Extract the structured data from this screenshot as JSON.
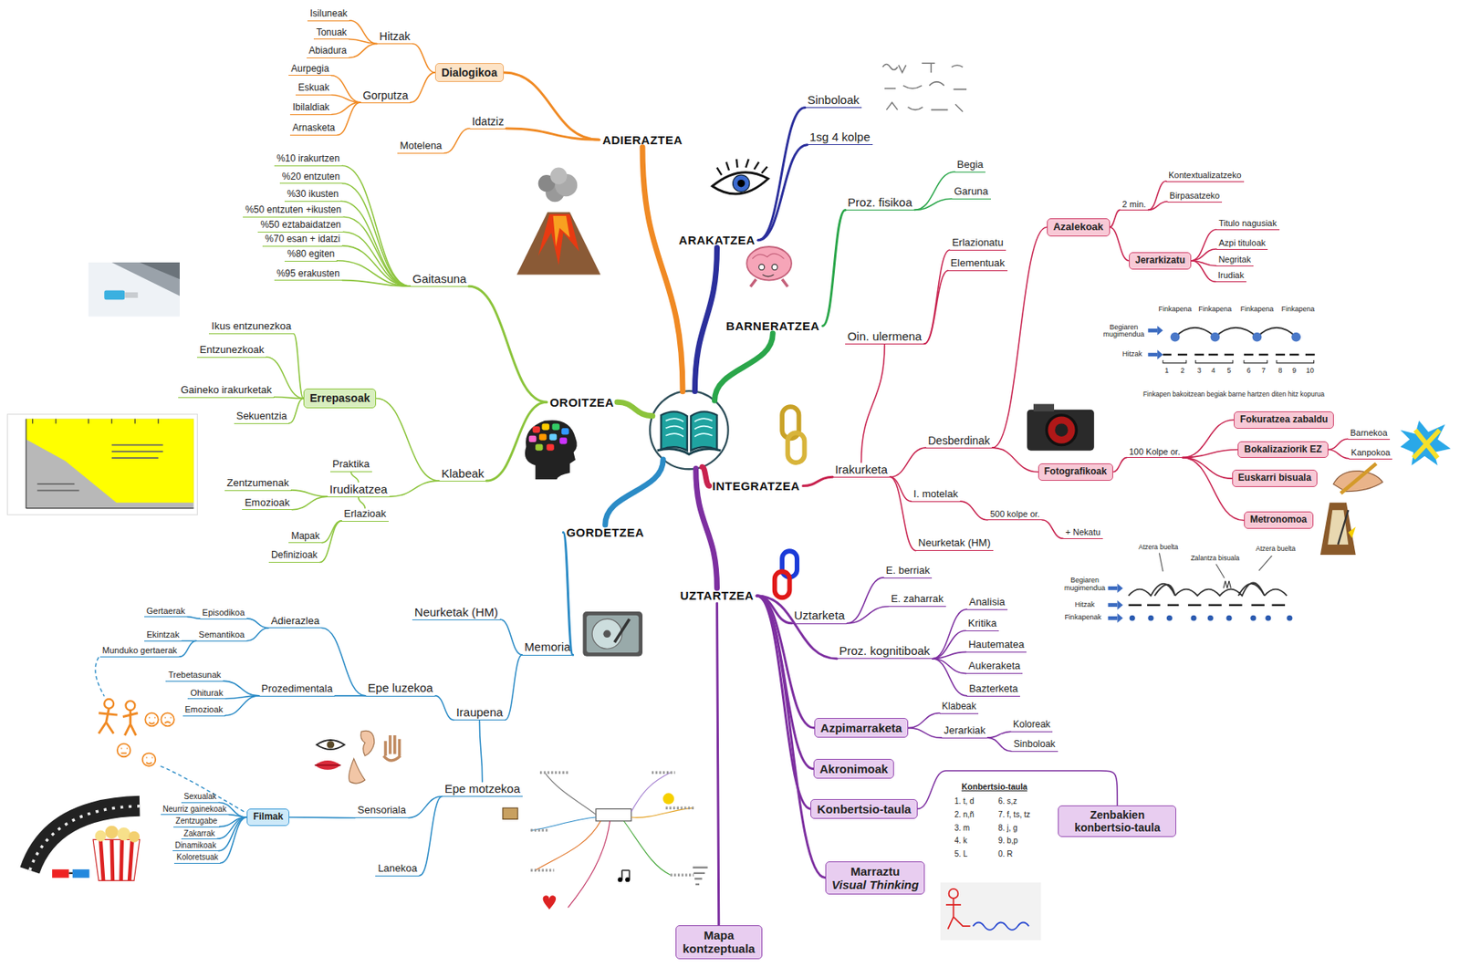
{
  "diagram": {
    "nodes": [
      {
        "text": [
          "ADIERAZTEA"
        ]
      },
      {
        "text": [
          "Dialogikoa"
        ]
      },
      {
        "text": [
          "Hitzak"
        ]
      },
      {
        "text": [
          "Isiluneak"
        ]
      },
      {
        "text": [
          "Tonuak"
        ]
      },
      {
        "text": [
          "Abiadura"
        ]
      },
      {
        "text": [
          "Gorputza"
        ]
      },
      {
        "text": [
          "Aurpegia"
        ]
      },
      {
        "text": [
          "Eskuak"
        ]
      },
      {
        "text": [
          "Ibilaldiak"
        ]
      },
      {
        "text": [
          "Arnasketa"
        ]
      },
      {
        "text": [
          "Idatziz"
        ]
      },
      {
        "text": [
          "Motelena"
        ]
      },
      {
        "text": [
          "ARAKATZEA"
        ]
      },
      {
        "text": [
          "Sinboloak"
        ]
      },
      {
        "text": [
          "1sg 4 kolpe"
        ]
      },
      {
        "text": [
          "BARNERATZEA"
        ]
      },
      {
        "text": [
          "Proz. fisikoa"
        ]
      },
      {
        "text": [
          "Begia"
        ]
      },
      {
        "text": [
          "Garuna"
        ]
      },
      {
        "text": [
          "INTEGRATZEA"
        ]
      },
      {
        "text": [
          "Irakurketa"
        ]
      },
      {
        "text": [
          "Oin. ulermena"
        ]
      },
      {
        "text": [
          "Erlazionatu"
        ]
      },
      {
        "text": [
          "Elementuak"
        ]
      },
      {
        "text": [
          "Desberdinak"
        ]
      },
      {
        "text": [
          "Azalekoak"
        ]
      },
      {
        "text": [
          "2 min."
        ]
      },
      {
        "text": [
          "Kontextualizatzeko"
        ]
      },
      {
        "text": [
          "Birpasatzeko"
        ]
      },
      {
        "text": [
          "Jerarkizatu"
        ]
      },
      {
        "text": [
          "Titulo nagusiak"
        ]
      },
      {
        "text": [
          "Azpi tituloak"
        ]
      },
      {
        "text": [
          "Negritak"
        ]
      },
      {
        "text": [
          "Irudiak"
        ]
      },
      {
        "text": [
          "Fotografikoak"
        ]
      },
      {
        "text": [
          "100 Kolpe or."
        ]
      },
      {
        "text": [
          "Fokuratzea zabaldu"
        ]
      },
      {
        "text": [
          "Bokalizaziorik EZ"
        ]
      },
      {
        "text": [
          "Barnekoa"
        ]
      },
      {
        "text": [
          "Kanpokoa"
        ]
      },
      {
        "text": [
          "Euskarri bisuala"
        ]
      },
      {
        "text": [
          "Metronomoa"
        ]
      },
      {
        "text": [
          "I. motelak"
        ]
      },
      {
        "text": [
          "500 kolpe or."
        ]
      },
      {
        "text": [
          "+ Nekatu"
        ]
      },
      {
        "text": [
          "Neurketak (HM)"
        ]
      },
      {
        "text": [
          "UZTARTZEA"
        ]
      },
      {
        "text": [
          "Uztarketa"
        ]
      },
      {
        "text": [
          "E. berriak"
        ]
      },
      {
        "text": [
          "E. zaharrak"
        ]
      },
      {
        "text": [
          "Proz. kognitiboak"
        ]
      },
      {
        "text": [
          "Analisia"
        ]
      },
      {
        "text": [
          "Kritika"
        ]
      },
      {
        "text": [
          "Hautematea"
        ]
      },
      {
        "text": [
          "Aukeraketa"
        ]
      },
      {
        "text": [
          "Bazterketa"
        ]
      },
      {
        "text": [
          "Azpimarraketa"
        ]
      },
      {
        "text": [
          "Klabeak"
        ]
      },
      {
        "text": [
          "Jerarkiak"
        ]
      },
      {
        "text": [
          "Koloreak"
        ]
      },
      {
        "text": [
          "Sinboloak"
        ]
      },
      {
        "text": [
          "Akronimoak"
        ]
      },
      {
        "text": [
          "Konbertsio-taula"
        ]
      },
      {
        "text": [
          "Zenbakien konbertsio-taula"
        ]
      },
      {
        "text": [
          "Marraztu",
          "Visual Thinking"
        ]
      },
      {
        "text": [
          "Mapa kontzeptuala"
        ]
      },
      {
        "text": [
          "GORDETZEA"
        ]
      },
      {
        "text": [
          "Memoria"
        ]
      },
      {
        "text": [
          "Neurketak (HM)"
        ]
      },
      {
        "text": [
          "Iraupena"
        ]
      },
      {
        "text": [
          "Epe luzekoa"
        ]
      },
      {
        "text": [
          "Adierazlea"
        ]
      },
      {
        "text": [
          "Episodikoa"
        ]
      },
      {
        "text": [
          "Gertaerak"
        ]
      },
      {
        "text": [
          "Semantikoa"
        ]
      },
      {
        "text": [
          "Ekintzak"
        ]
      },
      {
        "text": [
          "Munduko gertaerak"
        ]
      },
      {
        "text": [
          "Prozedimentala"
        ]
      },
      {
        "text": [
          "Trebetasunak"
        ]
      },
      {
        "text": [
          "Ohiturak"
        ]
      },
      {
        "text": [
          "Emozioak"
        ]
      },
      {
        "text": [
          "Epe motzekoa"
        ]
      },
      {
        "text": [
          "Sensoriala"
        ]
      },
      {
        "text": [
          "Lanekoa"
        ]
      },
      {
        "text": [
          "Filmak"
        ]
      },
      {
        "text": [
          "Sexualak"
        ]
      },
      {
        "text": [
          "Neurriz gainekoak"
        ]
      },
      {
        "text": [
          "Zentzugabe"
        ]
      },
      {
        "text": [
          "Zakarrak"
        ]
      },
      {
        "text": [
          "Dinamikoak"
        ]
      },
      {
        "text": [
          "Koloretsuak"
        ]
      },
      {
        "text": [
          "OROITZEA"
        ]
      },
      {
        "text": [
          "Gaitasuna"
        ]
      },
      {
        "text": [
          "%10 irakurtzen"
        ]
      },
      {
        "text": [
          "%20 entzuten"
        ]
      },
      {
        "text": [
          "%30 ikusten"
        ]
      },
      {
        "text": [
          "%50 entzuten +ikusten"
        ]
      },
      {
        "text": [
          "%50 eztabaidatzen"
        ]
      },
      {
        "text": [
          "%70 esan + idatzi"
        ]
      },
      {
        "text": [
          "%80 egiten"
        ]
      },
      {
        "text": [
          "%95 erakusten"
        ]
      },
      {
        "text": [
          "Klabeak"
        ]
      },
      {
        "text": [
          "Errepasoak"
        ]
      },
      {
        "text": [
          "Ikus entzunezkoa"
        ]
      },
      {
        "text": [
          "Entzunezkoak"
        ]
      },
      {
        "text": [
          "Gaineko irakurketak"
        ]
      },
      {
        "text": [
          "Sekuentzia"
        ]
      },
      {
        "text": [
          "Irudikatzea"
        ]
      },
      {
        "text": [
          "Praktika"
        ]
      },
      {
        "text": [
          "Zentzumenak"
        ]
      },
      {
        "text": [
          "Emozioak"
        ]
      },
      {
        "text": [
          "Erlazioak"
        ]
      },
      {
        "text": [
          "Mapak"
        ]
      },
      {
        "text": [
          "Definizioak"
        ]
      }
    ],
    "edges": [
      {
        "from": 0,
        "to": 1,
        "arrow": "none"
      },
      {
        "from": 1,
        "to": 2,
        "arrow": "none"
      },
      {
        "from": 2,
        "to": 3,
        "arrow": "none"
      },
      {
        "from": 2,
        "to": 4,
        "arrow": "none"
      },
      {
        "from": 2,
        "to": 5,
        "arrow": "none"
      },
      {
        "from": 1,
        "to": 6,
        "arrow": "none"
      },
      {
        "from": 6,
        "to": 7,
        "arrow": "none"
      },
      {
        "from": 6,
        "to": 8,
        "arrow": "none"
      },
      {
        "from": 6,
        "to": 9,
        "arrow": "none"
      },
      {
        "from": 6,
        "to": 10,
        "arrow": "none"
      },
      {
        "from": 0,
        "to": 11,
        "arrow": "none"
      },
      {
        "from": 11,
        "to": 12,
        "arrow": "none"
      },
      {
        "from": 13,
        "to": 14,
        "arrow": "none"
      },
      {
        "from": 13,
        "to": 15,
        "arrow": "none"
      },
      {
        "from": 16,
        "to": 17,
        "arrow": "none"
      },
      {
        "from": 17,
        "to": 18,
        "arrow": "none"
      },
      {
        "from": 17,
        "to": 19,
        "arrow": "none"
      },
      {
        "from": 20,
        "to": 21,
        "arrow": "none"
      },
      {
        "from": 21,
        "to": 22,
        "arrow": "none"
      },
      {
        "from": 22,
        "to": 23,
        "arrow": "none"
      },
      {
        "from": 22,
        "to": 24,
        "arrow": "none"
      },
      {
        "from": 21,
        "to": 25,
        "arrow": "none"
      },
      {
        "from": 25,
        "to": 26,
        "arrow": "none"
      },
      {
        "from": 26,
        "to": 27,
        "arrow": "none"
      },
      {
        "from": 27,
        "to": 28,
        "arrow": "none"
      },
      {
        "from": 27,
        "to": 29,
        "arrow": "none"
      },
      {
        "from": 26,
        "to": 30,
        "arrow": "none"
      },
      {
        "from": 30,
        "to": 31,
        "arrow": "none"
      },
      {
        "from": 30,
        "to": 32,
        "arrow": "none"
      },
      {
        "from": 30,
        "to": 33,
        "arrow": "none"
      },
      {
        "from": 30,
        "to": 34,
        "arrow": "none"
      },
      {
        "from": 25,
        "to": 35,
        "arrow": "none"
      },
      {
        "from": 35,
        "to": 36,
        "arrow": "none"
      },
      {
        "from": 36,
        "to": 37,
        "arrow": "none"
      },
      {
        "from": 36,
        "to": 38,
        "arrow": "none"
      },
      {
        "from": 38,
        "to": 39,
        "arrow": "none"
      },
      {
        "from": 38,
        "to": 40,
        "arrow": "none"
      },
      {
        "from": 36,
        "to": 41,
        "arrow": "none"
      },
      {
        "from": 36,
        "to": 42,
        "arrow": "none"
      },
      {
        "from": 21,
        "to": 43,
        "arrow": "none"
      },
      {
        "from": 43,
        "to": 44,
        "arrow": "none"
      },
      {
        "from": 44,
        "to": 45,
        "arrow": "none"
      },
      {
        "from": 21,
        "to": 46,
        "arrow": "none"
      },
      {
        "from": 47,
        "to": 48,
        "arrow": "none"
      },
      {
        "from": 48,
        "to": 49,
        "arrow": "none"
      },
      {
        "from": 48,
        "to": 50,
        "arrow": "none"
      },
      {
        "from": 47,
        "to": 51,
        "arrow": "none"
      },
      {
        "from": 51,
        "to": 52,
        "arrow": "none"
      },
      {
        "from": 51,
        "to": 53,
        "arrow": "none"
      },
      {
        "from": 51,
        "to": 54,
        "arrow": "none"
      },
      {
        "from": 51,
        "to": 55,
        "arrow": "none"
      },
      {
        "from": 51,
        "to": 56,
        "arrow": "none"
      },
      {
        "from": 47,
        "to": 57,
        "arrow": "none"
      },
      {
        "from": 57,
        "to": 58,
        "arrow": "none"
      },
      {
        "from": 57,
        "to": 59,
        "arrow": "none"
      },
      {
        "from": 59,
        "to": 60,
        "arrow": "none"
      },
      {
        "from": 59,
        "to": 61,
        "arrow": "none"
      },
      {
        "from": 47,
        "to": 62,
        "arrow": "none"
      },
      {
        "from": 47,
        "to": 63,
        "arrow": "none"
      },
      {
        "from": 63,
        "to": 64,
        "arrow": "none"
      },
      {
        "from": 47,
        "to": 65,
        "arrow": "none"
      },
      {
        "from": 47,
        "to": 66,
        "arrow": "none"
      },
      {
        "from": 67,
        "to": 68,
        "arrow": "none"
      },
      {
        "from": 68,
        "to": 69,
        "arrow": "none"
      },
      {
        "from": 68,
        "to": 70,
        "arrow": "none"
      },
      {
        "from": 70,
        "to": 71,
        "arrow": "none"
      },
      {
        "from": 71,
        "to": 72,
        "arrow": "none"
      },
      {
        "from": 72,
        "to": 73,
        "arrow": "none"
      },
      {
        "from": 73,
        "to": 74,
        "arrow": "none"
      },
      {
        "from": 72,
        "to": 75,
        "arrow": "none"
      },
      {
        "from": 75,
        "to": 76,
        "arrow": "none"
      },
      {
        "from": 75,
        "to": 77,
        "arrow": "none"
      },
      {
        "from": 71,
        "to": 78,
        "arrow": "none"
      },
      {
        "from": 78,
        "to": 79,
        "arrow": "none"
      },
      {
        "from": 78,
        "to": 80,
        "arrow": "none"
      },
      {
        "from": 78,
        "to": 81,
        "arrow": "none"
      },
      {
        "from": 70,
        "to": 82,
        "arrow": "none"
      },
      {
        "from": 82,
        "to": 83,
        "arrow": "none"
      },
      {
        "from": 82,
        "to": 84,
        "arrow": "none"
      },
      {
        "from": 83,
        "to": 85,
        "arrow": "none"
      },
      {
        "from": 85,
        "to": 86,
        "arrow": "none"
      },
      {
        "from": 85,
        "to": 87,
        "arrow": "none"
      },
      {
        "from": 85,
        "to": 88,
        "arrow": "none"
      },
      {
        "from": 85,
        "to": 89,
        "arrow": "none"
      },
      {
        "from": 85,
        "to": 90,
        "arrow": "none"
      },
      {
        "from": 85,
        "to": 91,
        "arrow": "none"
      },
      {
        "from": 92,
        "to": 93,
        "arrow": "none"
      },
      {
        "from": 93,
        "to": 94,
        "arrow": "none"
      },
      {
        "from": 93,
        "to": 95,
        "arrow": "none"
      },
      {
        "from": 93,
        "to": 96,
        "arrow": "none"
      },
      {
        "from": 93,
        "to": 97,
        "arrow": "none"
      },
      {
        "from": 93,
        "to": 98,
        "arrow": "none"
      },
      {
        "from": 93,
        "to": 99,
        "arrow": "none"
      },
      {
        "from": 93,
        "to": 100,
        "arrow": "none"
      },
      {
        "from": 93,
        "to": 101,
        "arrow": "none"
      },
      {
        "from": 92,
        "to": 102,
        "arrow": "none"
      },
      {
        "from": 102,
        "to": 103,
        "arrow": "none"
      },
      {
        "from": 103,
        "to": 104,
        "arrow": "none"
      },
      {
        "from": 103,
        "to": 105,
        "arrow": "none"
      },
      {
        "from": 103,
        "to": 106,
        "arrow": "none"
      },
      {
        "from": 103,
        "to": 107,
        "arrow": "none"
      },
      {
        "from": 102,
        "to": 108,
        "arrow": "none"
      },
      {
        "from": 108,
        "to": 109,
        "arrow": "none"
      },
      {
        "from": 108,
        "to": 110,
        "arrow": "none"
      },
      {
        "from": 108,
        "to": 111,
        "arrow": "none"
      },
      {
        "from": 108,
        "to": 112,
        "arrow": "none"
      },
      {
        "from": 112,
        "to": 113,
        "arrow": "none"
      },
      {
        "from": 112,
        "to": 114,
        "arrow": "none"
      }
    ],
    "labels": [
      "Finkapena",
      "Finkapena",
      "Finkapena",
      "Finkapena",
      "Begiaren mugimendua",
      "Hitzak",
      "1",
      "2",
      "3",
      "4",
      "5",
      "6",
      "7",
      "8",
      "9",
      "10",
      "Finkapen bakoitzean begiak barne hartzen diten hitz kopurua",
      "Atzera buelta",
      "Zalantza bisuala",
      "Atzera buelta",
      "Begiaren mugimendua",
      "Hitzak",
      "Finkapenak",
      "Konbertsio-taula",
      "1. t, d",
      "2. n,ñ",
      "3. m",
      "4. k",
      "5. L",
      "6. s,z",
      "7. f, ts, tz",
      "8. j, g",
      "9. b,p",
      "0. R"
    ]
  }
}
